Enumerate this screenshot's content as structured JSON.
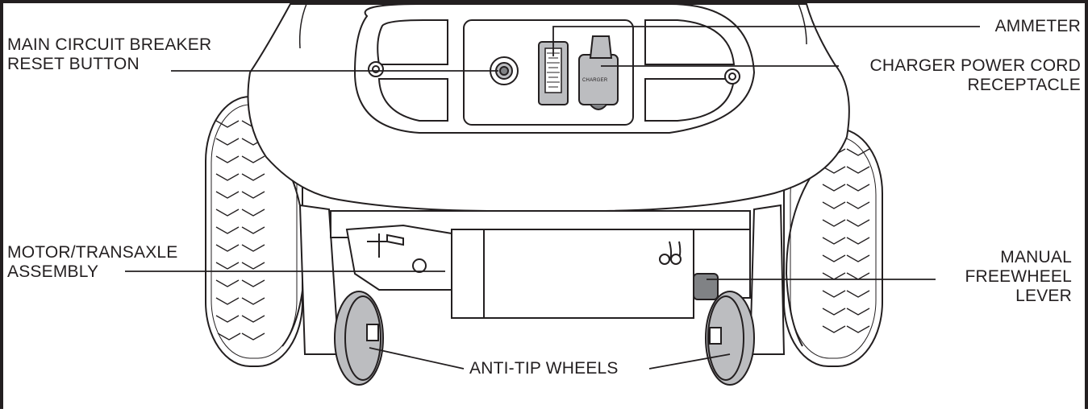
{
  "labels": {
    "main_breaker_line1": "MAIN CIRCUIT BREAKER",
    "main_breaker_line2": "RESET BUTTON",
    "ammeter": "AMMETER",
    "charger_line1": "CHARGER POWER CORD",
    "charger_line2": "RECEPTACLE",
    "motor_line1": "MOTOR/TRANSAXLE",
    "motor_line2": "ASSEMBLY",
    "freewheel_line1": "MANUAL",
    "freewheel_line2": "FREEWHEEL",
    "freewheel_line3": "LEVER",
    "anti_tip": "ANTI-TIP WHEELS",
    "charger_port_text": "CHARGER"
  },
  "colors": {
    "ink": "#231f20",
    "gray_fill": "#bcbdc0",
    "dark_gray": "#808285"
  }
}
